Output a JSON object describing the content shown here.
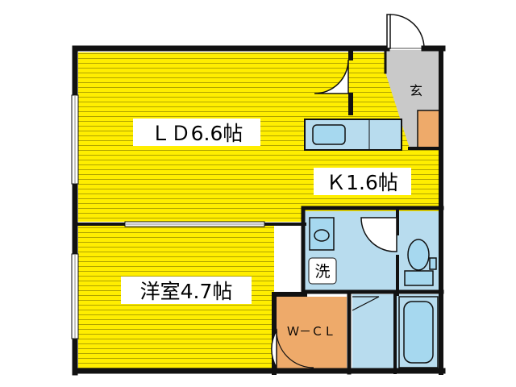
{
  "rooms": {
    "ld": {
      "label": "ＬＤ6.6帖"
    },
    "kitchen": {
      "label": "Ｋ1.6帖"
    },
    "western": {
      "label": "洋室4.7帖"
    },
    "entrance": {
      "label": "玄"
    },
    "laundry": {
      "label": "洗"
    },
    "closet": {
      "label": "Ｗ－ＣＬ"
    }
  },
  "colors": {
    "floor_yellow": "#ffee00",
    "floor_lines": "#b0a300",
    "wet_blue": "#b8dcee",
    "fixture_blue": "#a6d8ef",
    "closet_orange": "#eeaa6a",
    "entrance_gray": "#c9c9c9",
    "wall": "#111111"
  }
}
